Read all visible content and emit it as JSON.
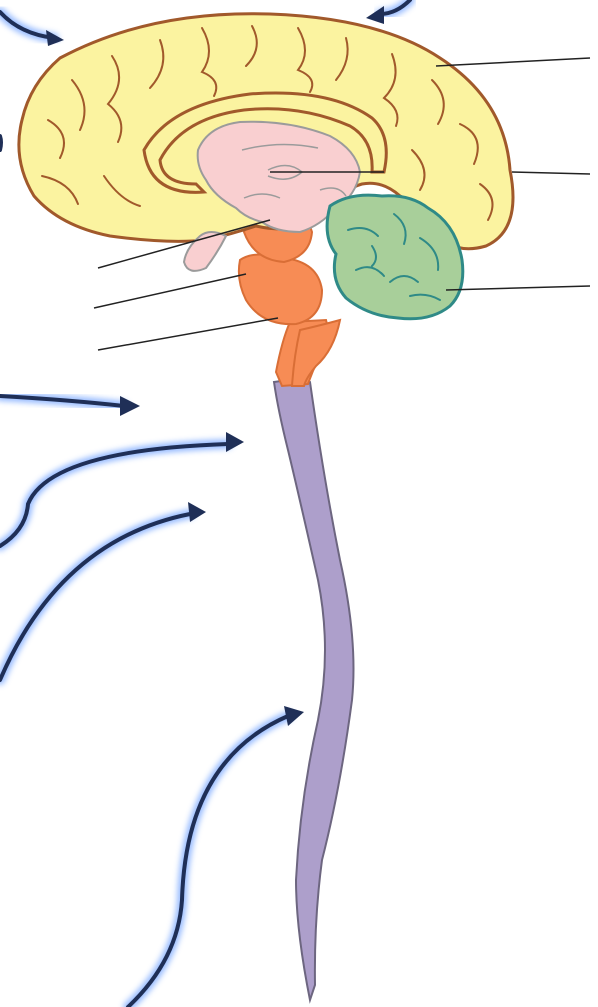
{
  "diagram": {
    "colors": {
      "background": "#ffffff",
      "cerebrum_fill": "#fbf3a0",
      "cerebrum_stroke": "#a1592b",
      "inner_fill": "#f9cfd0",
      "inner_stroke": "#9b9b9b",
      "brainstem_fill": "#f78c55",
      "brainstem_stroke": "#d96e36",
      "cerebellum_fill": "#a8cf9a",
      "cerebellum_stroke": "#2f8a87",
      "spinal_cord_fill": "#ad9fcb",
      "spinal_cord_stroke": "#6d6680",
      "leader_line": "#222222",
      "arrow": "#1f2f57",
      "arrow_glow": "#8fb6ff"
    },
    "structures": [
      {
        "name": "cerebrum",
        "icon": "cerebrum-shape"
      },
      {
        "name": "corpus-callosum",
        "icon": "band-shape"
      },
      {
        "name": "thalamus-region",
        "icon": "inner-region-shape"
      },
      {
        "name": "cerebellum",
        "icon": "cerebellum-shape"
      },
      {
        "name": "midbrain",
        "icon": "stem-shape"
      },
      {
        "name": "pons",
        "icon": "stem-shape"
      },
      {
        "name": "medulla",
        "icon": "stem-shape"
      },
      {
        "name": "spinal-cord",
        "icon": "cord-shape"
      }
    ],
    "label_lines_count": 6,
    "arrows_count": 7
  }
}
